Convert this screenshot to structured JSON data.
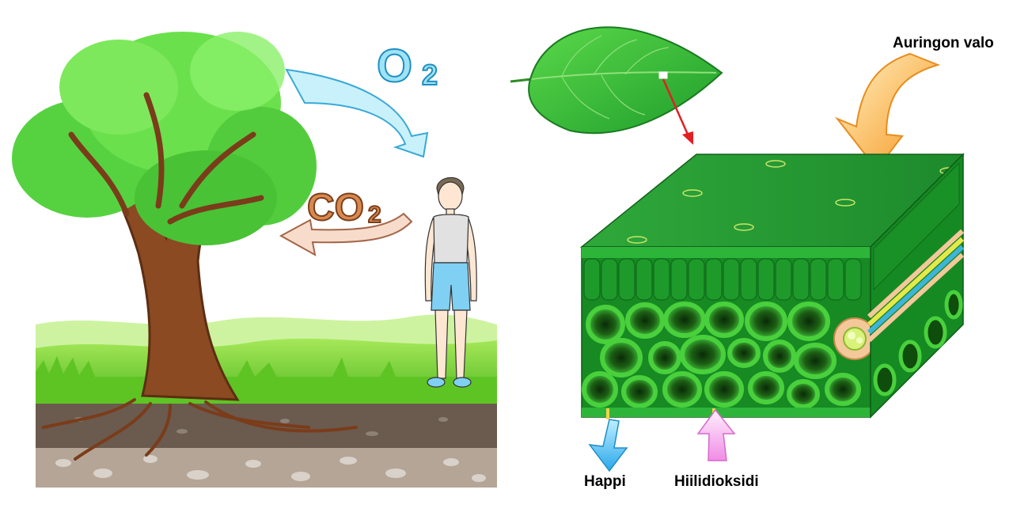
{
  "diagram": {
    "top_formula": {
      "base": "O",
      "subscript": "2"
    },
    "middle_formula": {
      "base": "CO",
      "subscript": "2"
    },
    "sunlight_label": "Auringon valo",
    "oxygen_out_label": "Happi",
    "co2_in_label": "Hiilidioksidi"
  },
  "colors": {
    "o2_arrow": "#c9f1fb",
    "o2_text": "#3fc3ea",
    "co2_arrow": "#f8dccb",
    "co2_text": "#c06a3a",
    "leaf": "#34c53a",
    "sun_arrow": "#fbb040",
    "oxygen_arrow": "#37b8f0",
    "co2_in_arrow": "#f6a8f0",
    "zoom_arrow": "#e31e24",
    "grass": "#7ed321",
    "soil": "#6b5a4e",
    "trunk": "#8b4a22"
  }
}
